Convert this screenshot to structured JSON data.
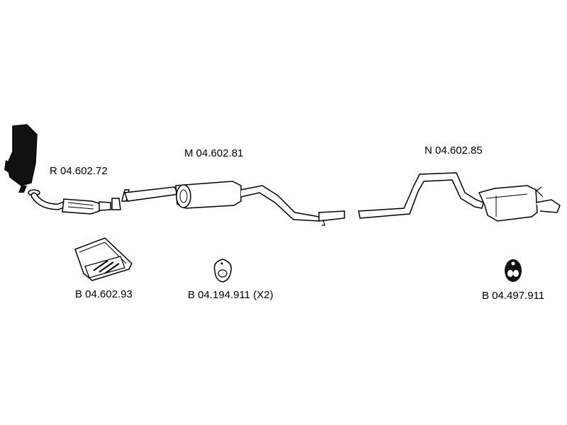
{
  "labels": {
    "rear_section": "R 04.602.72",
    "middle_section": "M 04.602.81",
    "rear_muffler": "N 04.602.85",
    "heat_shield": "B 04.602.93",
    "hanger_small": "B 04.194.911 (X2)",
    "hanger_large": "B 04.497.911"
  },
  "colors": {
    "stroke": "#000000",
    "fill_light": "#ffffff",
    "fill_dark": "#111111",
    "fill_grey": "#dddddd"
  }
}
